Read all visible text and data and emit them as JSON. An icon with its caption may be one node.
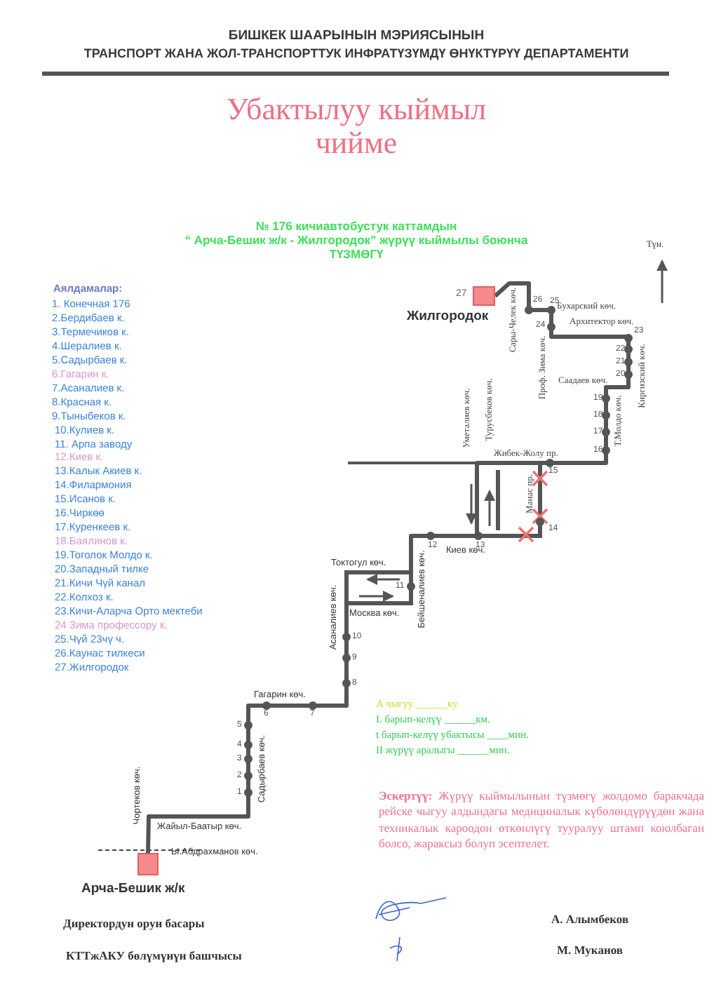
{
  "diagram": {
    "title": "Убактылуу кыймыл чийме",
    "nodes": [
      {
        "text": [
          "Жилгородок"
        ],
        "beside": [
          "27"
        ]
      },
      {
        "text": [
          "Арча-Бешик ж/к"
        ]
      }
    ],
    "edges": [
      {
        "from": 1,
        "to": 0,
        "arrow": "none"
      }
    ],
    "labels": [
      "БИШКЕК ШААРЫНЫН МЭРИЯСЫНЫН",
      "ТРАНСПОРТ ЖАНА ЖОЛ-ТРАНСПОРТТУК ИНФРАТҮЗҮМДҮ ӨНҮКТҮРҮҮ ДЕПАРТАМЕНТИ",
      "№ 176 кичиавтобустук каттамдын",
      "“ Арча-Бешик ж/к - Жилгородок” жүрүү кыймылы боюнча",
      "ТҮЗМӨГҮ",
      "Түн.",
      "Аялдамалар:",
      "1. Конечная 176",
      "2.Бердибаев к.",
      "3.Термечиков к.",
      "4.Шералиев к.",
      "5.Садырбаев к.",
      "6.Гагарин к.",
      "7.Асаналиев к.",
      "8.Красная к.",
      "9.Тыныбеков к.",
      "10.Кулиев к.",
      "11. Арпа заводу",
      "12.Киев к.",
      "13.Калык Акиев к.",
      "14.Филармония",
      "15.Исанов к.",
      "16.Чиркөө",
      "17.Куренкеев к.",
      "18.Баялинов к.",
      "19.Тоголок Молдо к.",
      "20.Западный тилке",
      "21.Кичи Чүй канал",
      "22.Колхоз к.",
      "23.Кичи-Аларча Орто мектеби",
      "24 Зима профессору к.",
      "25.Чүй 23чү ч.",
      "26.Каунас тилкеси",
      "27.Жилгородок",
      "1",
      "2",
      "3",
      "4",
      "5",
      "6",
      "7",
      "8",
      "9",
      "10",
      "11",
      "12",
      "13",
      "14",
      "15",
      "16",
      "17",
      "18",
      "19",
      "20",
      "21",
      "22",
      "23",
      "24",
      "25",
      "26",
      "Бухарский көч.",
      "Архитектор көч.",
      "Киргизский көч.",
      "Саадаев көч.",
      "Т.Молдо көч.",
      "Проф. Зима көч.",
      "Сары-Челек көч.",
      "Уметалиев көч.",
      "Турусбеков көч.",
      "Жибек-Жолу пр.",
      "Манас пр.",
      "Киев көч.",
      "Токтогул көч.",
      "Москва көч.",
      "Бейшеналиев көч.",
      "Асаналиев көч.",
      "Гагарин көч.",
      "Садырбаев көч.",
      "Жайыл-Баатыр көч.",
      "Чортеков көч.",
      "Ы.Абдрахманов көч.",
      "А чыгуу ______ку.",
      "I. барып-келүү ______км.",
      "t барып-келүү убактысы ____мин.",
      "II жүрүү аралыгы ______мин.",
      "**Эскертүү:** Жүрүү кыймылынын түзмөгү жолдомо баракчада рейске чыгуу алдындагы медициналык күбөлөндүрүүдөн жана техникалык кароодон өткөнлүгү тууралуу штамп коюлбаган болсо, жараксыз болуп эсептелет.",
      "Директордун орун басары",
      "А. Алымбеков",
      "КТТжАКУ бөлүмүнүн башчысы",
      "М. Муканов"
    ]
  }
}
